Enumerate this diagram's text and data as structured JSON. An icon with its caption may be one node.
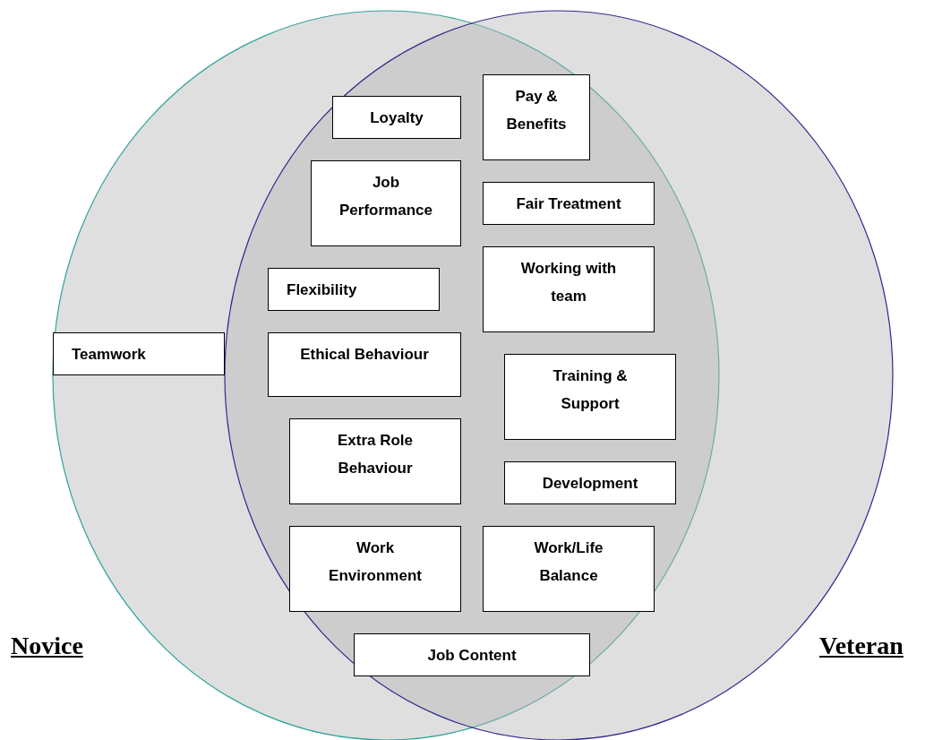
{
  "diagram": {
    "nodes": [
      {
        "text": [
          "Novice"
        ]
      },
      {
        "text": [
          "Veteran"
        ]
      },
      {
        "text": [
          "Loyalty"
        ]
      },
      {
        "text": [
          "Pay & Benefits"
        ]
      },
      {
        "text": [
          "Job Performance"
        ]
      },
      {
        "text": [
          "Fair Treatment"
        ]
      },
      {
        "text": [
          "Flexibility"
        ]
      },
      {
        "text": [
          "Working with team"
        ]
      },
      {
        "text": [
          "Teamwork"
        ],
        "in": 0
      },
      {
        "text": [
          "Ethical Behaviour"
        ]
      },
      {
        "text": [
          "Training & Support"
        ]
      },
      {
        "text": [
          "Extra Role Behaviour"
        ]
      },
      {
        "text": [
          "Development"
        ]
      },
      {
        "text": [
          "Work Environment"
        ]
      },
      {
        "text": [
          "Work/Life Balance"
        ]
      },
      {
        "text": [
          "Job Content"
        ]
      }
    ]
  }
}
